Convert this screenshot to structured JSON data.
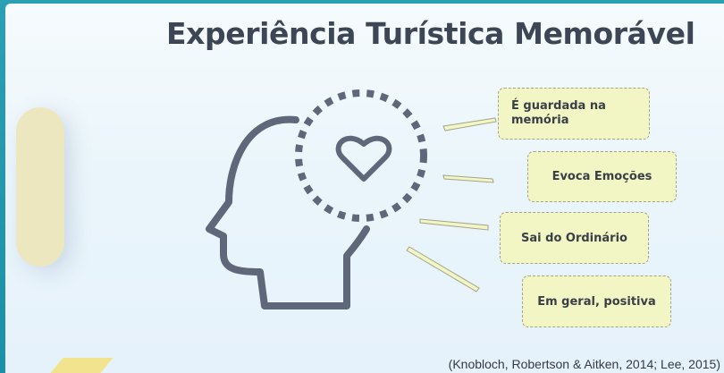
{
  "title": "Experiência Turística Memorável",
  "labels": [
    "É guardada na memória",
    "Evoca Emoções",
    "Sai do Ordinário",
    "Em geral, positiva"
  ],
  "citation": "(Knobloch, Robertson & Aitken, 2014; Lee, 2015)",
  "colors": {
    "title": "#3d4655",
    "head_outline": "#5f687a",
    "label_fill": "#f2f5c4",
    "label_border": "#a3a48a",
    "accent_pill": "#ede7bf",
    "accent_shape": "#f2e38e",
    "frame": "#2b9fb4"
  },
  "icons": [
    "head-profile-icon",
    "heart-icon",
    "dotted-circle-icon"
  ]
}
